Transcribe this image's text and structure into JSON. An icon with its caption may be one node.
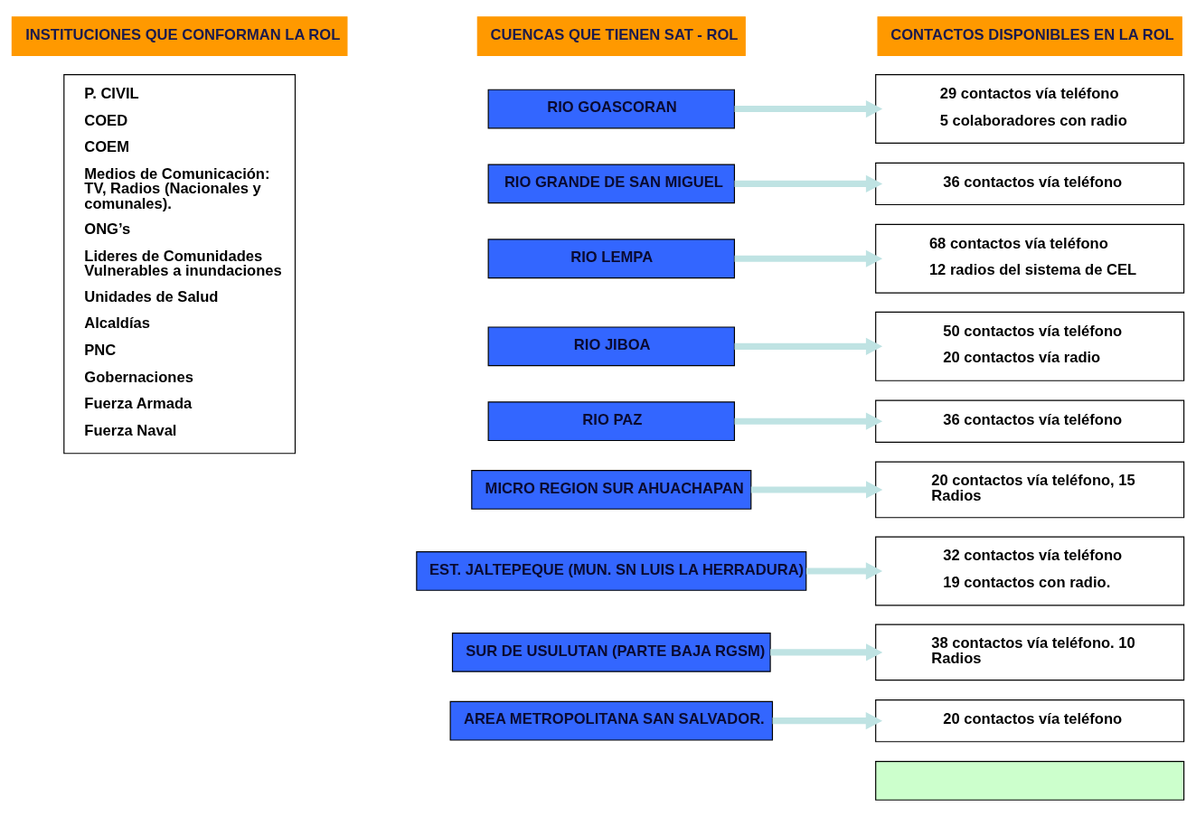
{
  "diagram": {
    "nodes": [
      {
        "text": [
          "INSTITUCIONES QUE CONFORMAN LA ROL"
        ]
      },
      {
        "text": [
          "CUENCAS QUE TIENEN SAT - ROL"
        ]
      },
      {
        "text": [
          "CONTACTOS DISPONIBLES EN LA ROL"
        ]
      },
      {
        "text": [
          "P. CIVIL",
          "COED",
          "COEM",
          "Medios de Comunicación: TV, Radios (Nacionales y comunales).",
          "ONG’s",
          "Lideres de Comunidades Vulnerables a inundaciones",
          "Unidades de Salud",
          "Alcaldías",
          "PNC",
          "Gobernaciones",
          "Fuerza Armada",
          "Fuerza Naval"
        ]
      },
      {
        "text": [
          "RIO GOASCORAN"
        ]
      },
      {
        "text": [
          "29 contactos vía teléfono",
          "5 colaboradores con radio"
        ]
      },
      {
        "text": [
          "RIO GRANDE DE SAN MIGUEL"
        ]
      },
      {
        "text": [
          "36 contactos vía teléfono"
        ]
      },
      {
        "text": [
          "RIO LEMPA"
        ]
      },
      {
        "text": [
          "68 contactos vía teléfono",
          "12 radios del sistema de CEL"
        ]
      },
      {
        "text": [
          "RIO JIBOA"
        ]
      },
      {
        "text": [
          "50 contactos vía teléfono",
          "20 contactos vía radio"
        ]
      },
      {
        "text": [
          "RIO PAZ"
        ]
      },
      {
        "text": [
          "36 contactos vía teléfono"
        ]
      },
      {
        "text": [
          "MICRO REGION SUR AHUACHAPAN"
        ]
      },
      {
        "text": [
          "20 contactos vía teléfono, 15 Radios"
        ]
      },
      {
        "text": [
          "EST. JALTEPEQUE (MUN. SN LUIS LA HERRADURA)"
        ]
      },
      {
        "text": [
          "32 contactos vía teléfono",
          "19 contactos con radio."
        ]
      },
      {
        "text": [
          "SUR DE USULUTAN (PARTE BAJA RGSM)"
        ]
      },
      {
        "text": [
          "38 contactos vía teléfono. 10 Radios"
        ]
      },
      {
        "text": [
          "AREA METROPOLITANA SAN SALVADOR."
        ]
      },
      {
        "text": [
          "20 contactos vía teléfono"
        ]
      },
      {
        "text": [],
        "shape": "box"
      }
    ],
    "edges": [
      {
        "from": 4,
        "to": 5,
        "arrow": "to"
      },
      {
        "from": 6,
        "to": 7,
        "arrow": "to"
      },
      {
        "from": 8,
        "to": 9,
        "arrow": "to"
      },
      {
        "from": 10,
        "to": 11,
        "arrow": "to"
      },
      {
        "from": 12,
        "to": 13,
        "arrow": "to"
      },
      {
        "from": 14,
        "to": 15,
        "arrow": "to"
      },
      {
        "from": 16,
        "to": 17,
        "arrow": "to"
      },
      {
        "from": 18,
        "to": 19,
        "arrow": "to"
      },
      {
        "from": 20,
        "to": 21,
        "arrow": "to"
      }
    ]
  }
}
